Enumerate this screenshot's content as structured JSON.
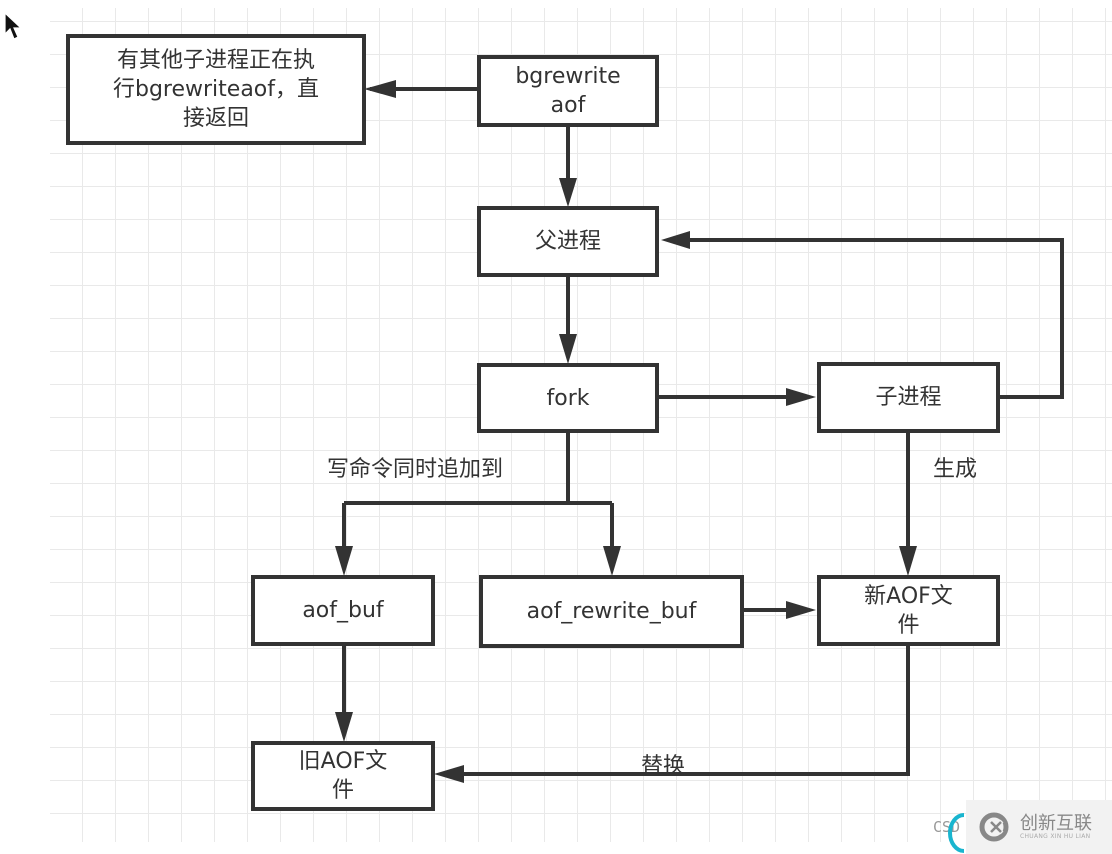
{
  "diagram": {
    "title": "bgrewriteaof flow",
    "nodes": {
      "bgrewrite": "bgrewrite aof",
      "bgrewrite_line1": "bgrewrite",
      "bgrewrite_line2": "aof",
      "other_child_line1": "有其他子进程正在执",
      "other_child_line2": "行bgrewriteaof，直",
      "other_child_line3": "接返回",
      "parent": "父进程",
      "fork": "fork",
      "child": "子进程",
      "aof_buf": "aof_buf",
      "aof_rewrite_buf": "aof_rewrite_buf",
      "new_aof_line1": "新AOF文",
      "new_aof_line2": "件",
      "old_aof_line1": "旧AOF文",
      "old_aof_line2": "件"
    },
    "edge_labels": {
      "append": "写命令同时追加到",
      "generate": "生成",
      "replace": "替换"
    },
    "edges": [
      {
        "from": "bgrewrite",
        "to": "other_child"
      },
      {
        "from": "bgrewrite",
        "to": "parent"
      },
      {
        "from": "parent",
        "to": "fork"
      },
      {
        "from": "fork",
        "to": "child"
      },
      {
        "from": "child",
        "to": "parent"
      },
      {
        "from": "fork",
        "to": "aof_buf",
        "label": "写命令同时追加到"
      },
      {
        "from": "fork",
        "to": "aof_rewrite_buf",
        "label": "写命令同时追加到"
      },
      {
        "from": "child",
        "to": "new_aof",
        "label": "生成"
      },
      {
        "from": "aof_rewrite_buf",
        "to": "new_aof"
      },
      {
        "from": "aof_buf",
        "to": "old_aof"
      },
      {
        "from": "new_aof",
        "to": "old_aof",
        "label": "替换"
      }
    ],
    "colors": {
      "stroke": "#333333",
      "grid": "#e9e9e9",
      "background": "#ffffff"
    }
  },
  "watermark": {
    "csdn": "CSD",
    "brand": "创新互联",
    "brand_sub": "CHUANG XIN HU LIAN"
  }
}
